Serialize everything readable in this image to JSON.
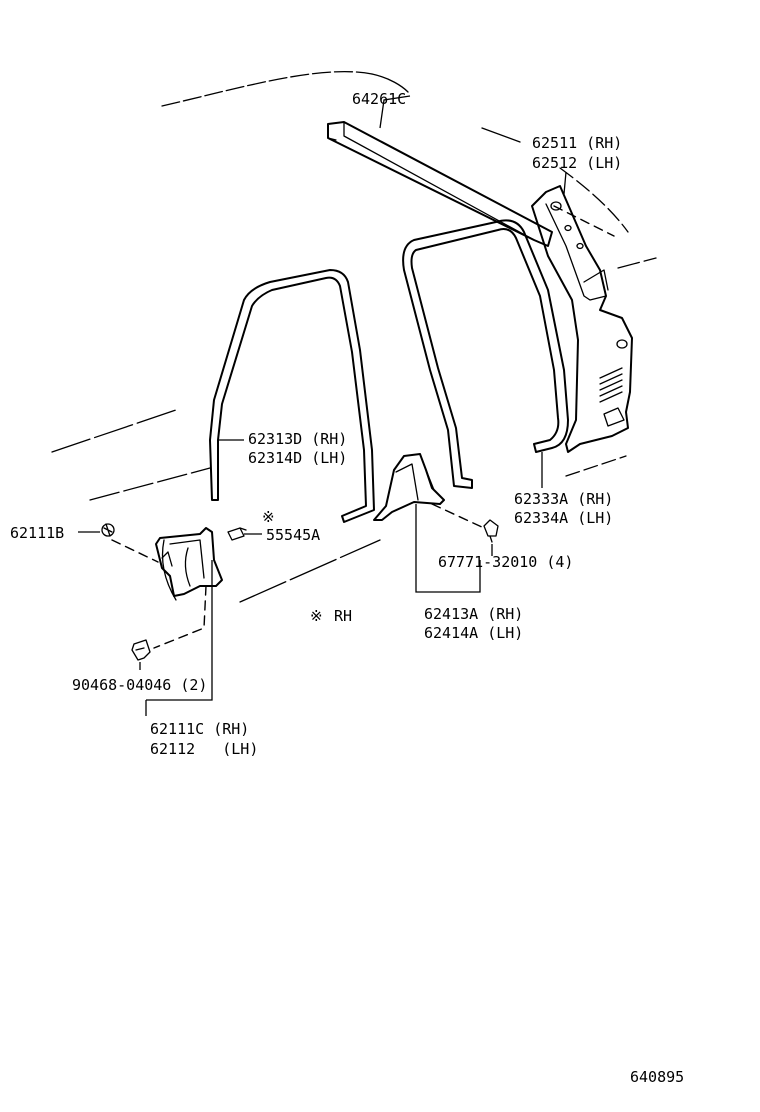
{
  "diagram": {
    "figure_id": "640895",
    "note_symbol": "※",
    "note_text": "RH",
    "parts": {
      "p64261C": "64261C",
      "p62511": "62511 (RH)",
      "p62512": "62512 (LH)",
      "p62313D": "62313D (RH)",
      "p62314D": "62314D (LH)",
      "p62111B": "62111B",
      "p55545A": "55545A",
      "p62333A": "62333A (RH)",
      "p62334A": "62334A (LH)",
      "p67771": "67771-32010 (4)",
      "p62413A": "62413A (RH)",
      "p62414A": "62414A (LH)",
      "p90468": "90468-04046 (2)",
      "p62111C": "62111C (RH)",
      "p62112": "62112   (LH)"
    }
  }
}
